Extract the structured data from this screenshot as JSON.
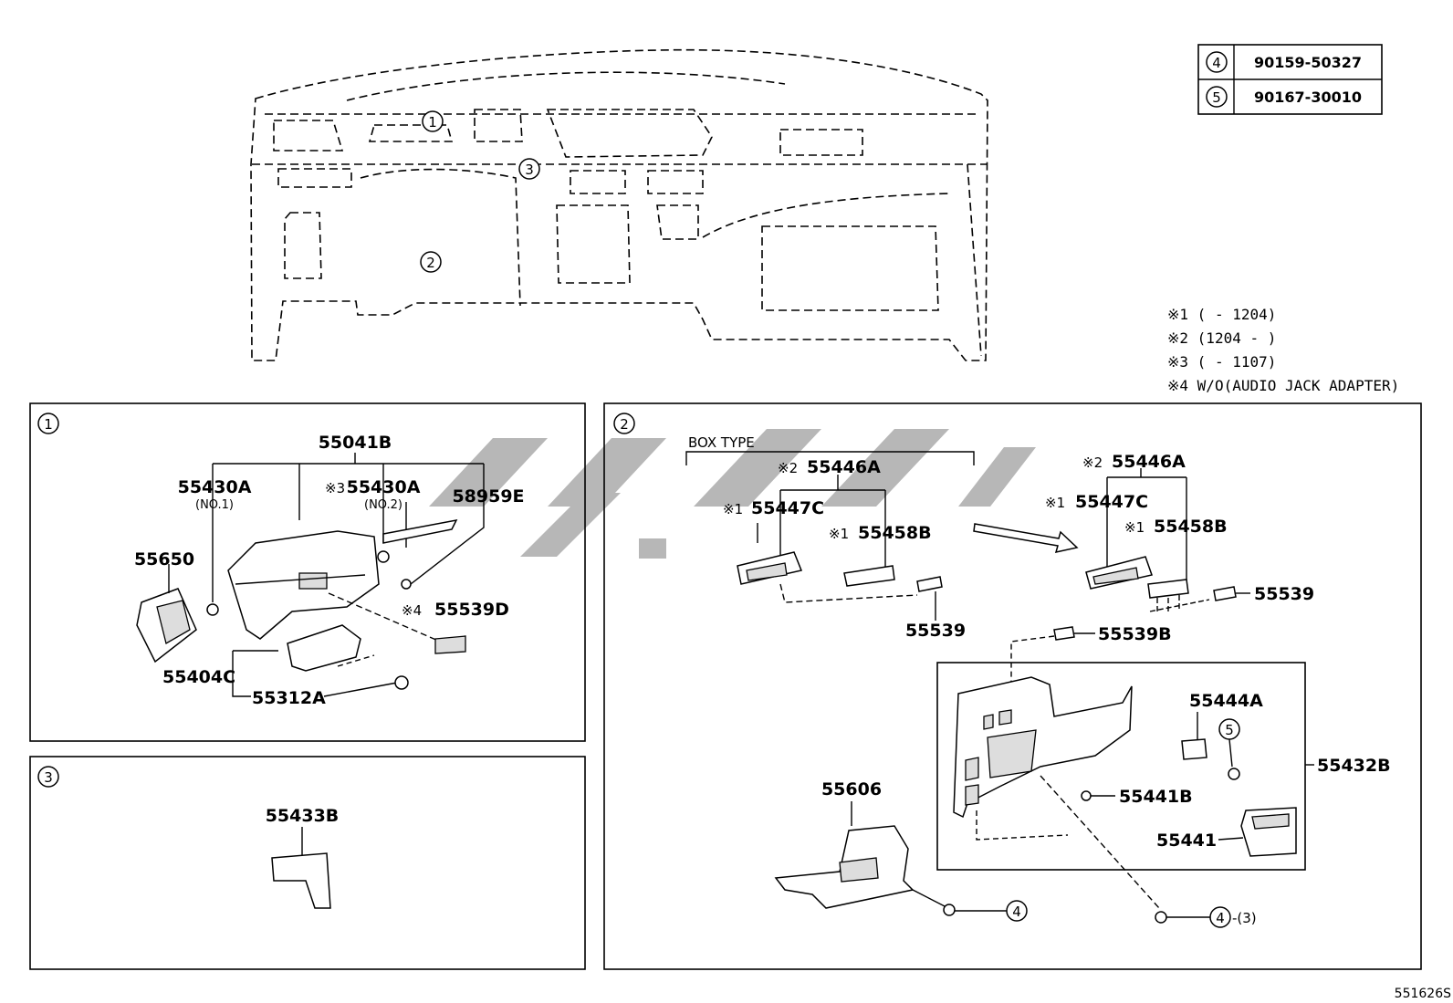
{
  "table": {
    "rows": [
      {
        "ref": "4",
        "part": "90159-50327"
      },
      {
        "ref": "5",
        "part": "90167-30010"
      }
    ]
  },
  "notes": [
    "※1 (     - 1204)",
    "※2 (1204 -     )",
    "※3 (     - 1107)",
    "※4 W/O(AUDIO JACK ADAPTER)"
  ],
  "overview": {
    "c1": "1",
    "c2": "2",
    "c3": "3"
  },
  "panel1": {
    "num": "1",
    "p55041B": "55041B",
    "p55430A1": "55430A",
    "p55430A1_sub": "(NO.1)",
    "p55430A2_mark": "※3",
    "p55430A2": "55430A",
    "p55430A2_sub": "(NO.2)",
    "p58959E": "58959E",
    "p55650": "55650",
    "p55539D_mark": "※4",
    "p55539D": "55539D",
    "p55404C": "55404C",
    "p55312A": "55312A"
  },
  "panel2": {
    "num": "2",
    "box_type": "BOX TYPE",
    "l_55446A_mark": "※2",
    "l_55446A": "55446A",
    "l_55447C_mark": "※1",
    "l_55447C": "55447C",
    "l_55458B_mark": "※1",
    "l_55458B": "55458B",
    "l_55539": "55539",
    "r_55446A_mark": "※2",
    "r_55446A": "55446A",
    "r_55447C_mark": "※1",
    "r_55447C": "55447C",
    "r_55458B_mark": "※1",
    "r_55458B": "55458B",
    "r_55539": "55539",
    "p55539B": "55539B",
    "p55444A": "55444A",
    "c5": "5",
    "p55432B": "55432B",
    "p55441B": "55441B",
    "p55441": "55441",
    "p55606": "55606",
    "c4a": "4",
    "c4b": "4",
    "qty": "-(3)"
  },
  "panel3": {
    "num": "3",
    "p55433B": "55433B"
  },
  "footer": {
    "code": "551626S"
  }
}
